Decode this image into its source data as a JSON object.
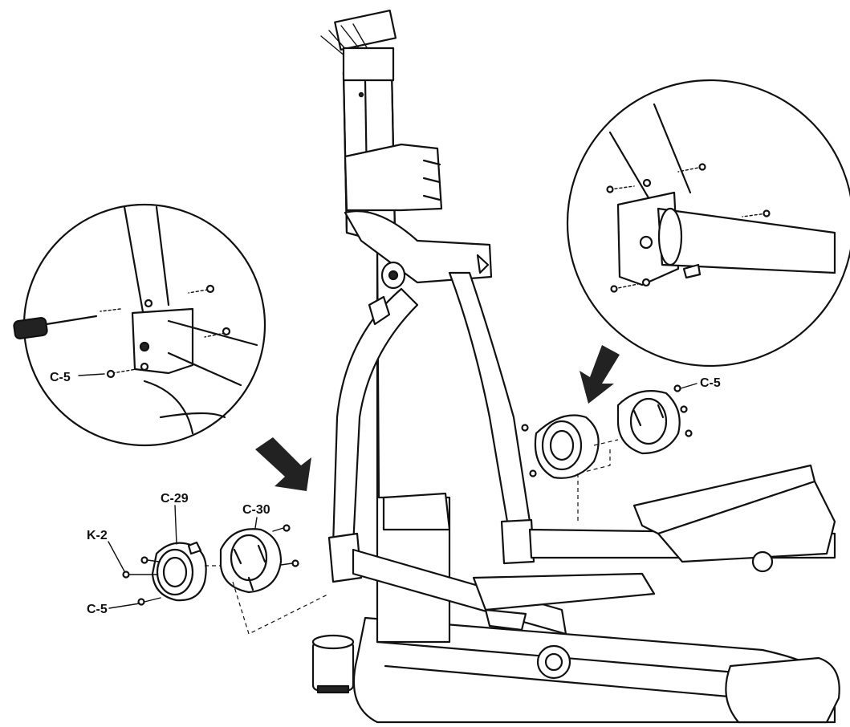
{
  "labels": {
    "callout_screw_left": "C-5",
    "callout_screw_right": "C-5",
    "part_c29": "C-29",
    "part_c30": "C-30",
    "part_k2": "K-2",
    "part_c5_bottom": "C-5"
  },
  "colors": {
    "line": "#111111",
    "background": "#ffffff",
    "arrow": "#1a1a1a"
  }
}
